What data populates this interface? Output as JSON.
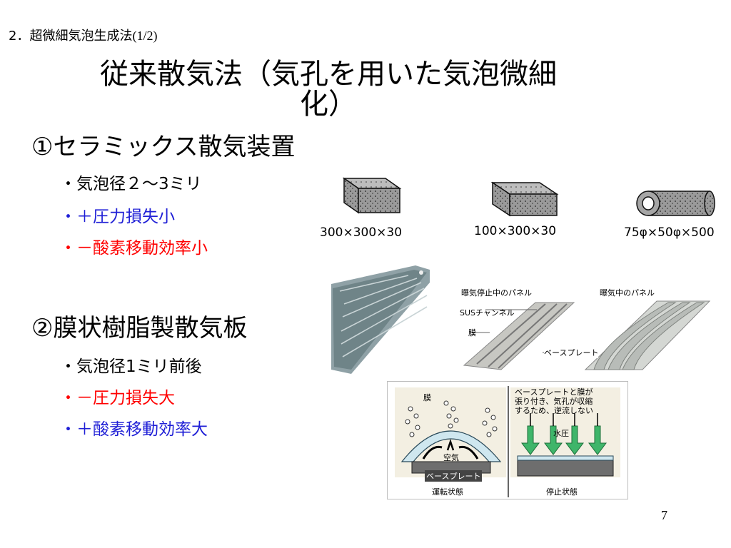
{
  "header": {
    "section_label": "2．超微細気泡生成法",
    "section_page": "(1/2)",
    "title_line1": "従来散気法（気孔を用いた気泡微細",
    "title_line2": "化）"
  },
  "ceramic": {
    "heading": "①セラミックス散気装置",
    "bullets": [
      "・気泡径２～3ミリ",
      "・＋圧力損失小",
      "・－酸素移動効率小"
    ],
    "dims": [
      "300×300×30",
      "100×300×30",
      "75φ×50φ×500"
    ]
  },
  "membrane": {
    "heading": "②膜状樹脂製散気板",
    "bullets": [
      "・気泡径1ミリ前後",
      "・－圧力損失大",
      "・＋酸素移動効率大"
    ]
  },
  "panel_figure": {
    "label_stopped": "曝気停止中のパネル",
    "label_active": "曝気中のパネル",
    "label_channel": "SUSチャンネル",
    "label_membrane": "膜",
    "label_baseplate": "ベースプレート"
  },
  "state_figure": {
    "label_membrane": "膜",
    "label_air": "空気",
    "label_baseplate": "ベースプレート",
    "label_note1": "ベースプレートと膜が",
    "label_note2": "張り付き、気孔が収縮",
    "label_note3": "するため、逆流しない",
    "label_water": "水圧",
    "caption_running": "運転状態",
    "caption_stopped": "停止状態"
  },
  "page_number": "7",
  "colors": {
    "positive": "#1f1fd6",
    "negative": "#ff0000"
  }
}
